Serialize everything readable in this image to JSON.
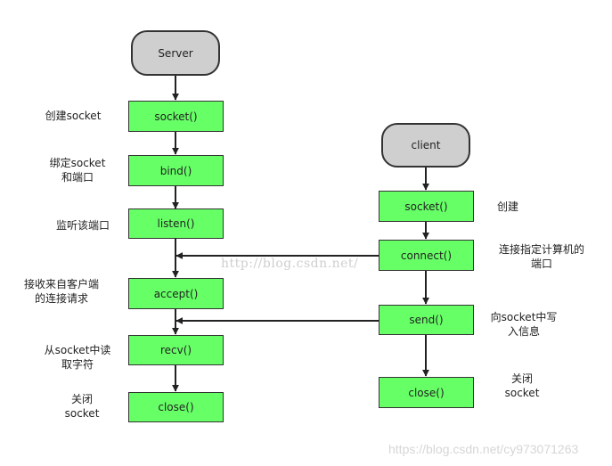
{
  "server": {
    "start": "Server",
    "steps": [
      "socket()",
      "bind()",
      "listen()",
      "accept()",
      "recv()",
      "close()"
    ],
    "notes": [
      [
        "创建socket"
      ],
      [
        "绑定socket",
        "和端口"
      ],
      [
        "监听该端口"
      ],
      [
        "接收来自客户端",
        "的连接请求"
      ],
      [
        "从socket中读",
        "取字符"
      ],
      [
        "关闭",
        "socket"
      ]
    ]
  },
  "client": {
    "start": "client",
    "steps": [
      "socket()",
      "connect()",
      "send()",
      "close()"
    ],
    "notes": [
      [
        "创建"
      ],
      [
        "连接指定计算机的",
        "端口"
      ],
      [
        "向socket中写",
        "入信息"
      ],
      [
        "关闭",
        "socket"
      ]
    ]
  },
  "watermarks": {
    "center": "http://blog.csdn.net/",
    "corner": "https://blog.csdn.net/cy973071263"
  }
}
